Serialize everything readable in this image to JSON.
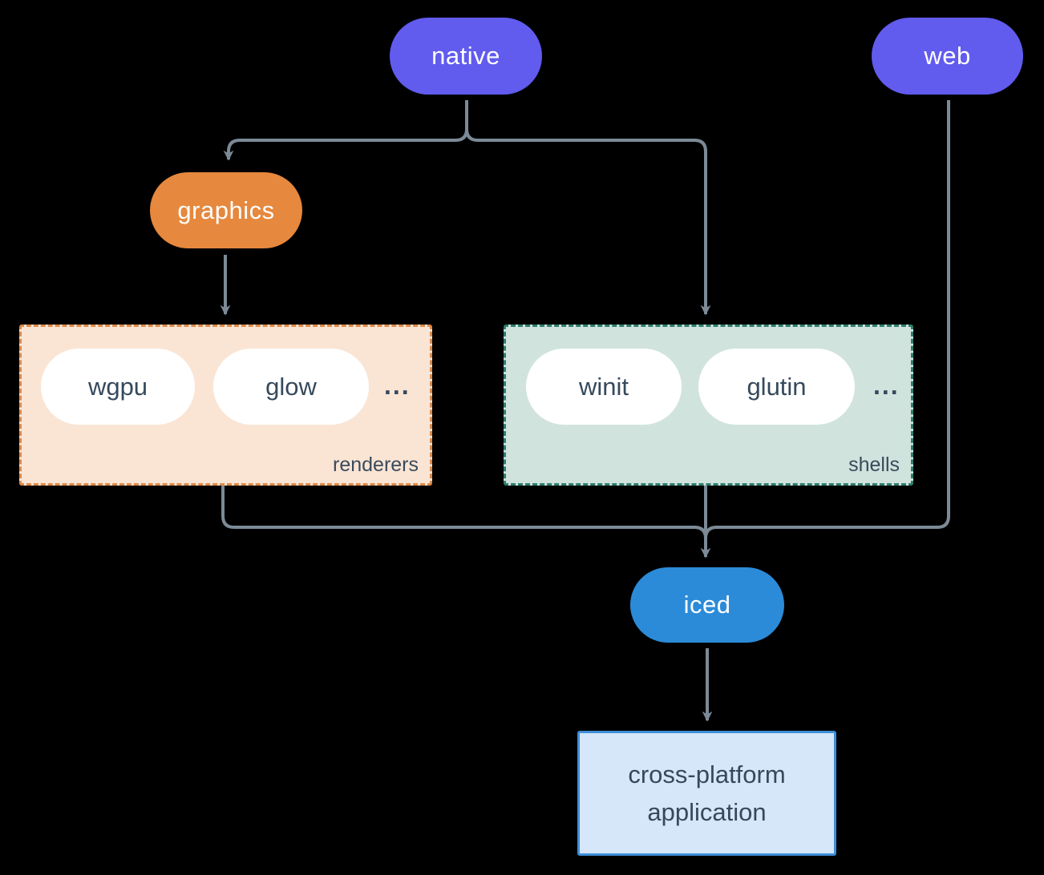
{
  "diagram": {
    "nodes": {
      "native": {
        "label": "native"
      },
      "web": {
        "label": "web"
      },
      "graphics": {
        "label": "graphics"
      },
      "iced": {
        "label": "iced"
      },
      "application": {
        "line1": "cross-platform",
        "line2": "application"
      }
    },
    "groups": {
      "renderers": {
        "label": "renderers",
        "items": [
          "wgpu",
          "glow"
        ],
        "ellipsis": "..."
      },
      "shells": {
        "label": "shells",
        "items": [
          "winit",
          "glutin"
        ],
        "ellipsis": "..."
      }
    },
    "colors": {
      "background": "#000000",
      "purple_node": "#615bee",
      "orange_node": "#e6883d",
      "blue_node": "#2c8bd8",
      "renderers_fill": "#fae5d5",
      "renderers_border": "#de8a49",
      "shells_fill": "#d1e3dd",
      "shells_border": "#2e7e6e",
      "app_fill": "#d5e7f8",
      "app_border": "#3f8ed8",
      "edge_line": "#7c8a97",
      "dark_text": "#36495c",
      "white_text": "#ffffff"
    }
  }
}
